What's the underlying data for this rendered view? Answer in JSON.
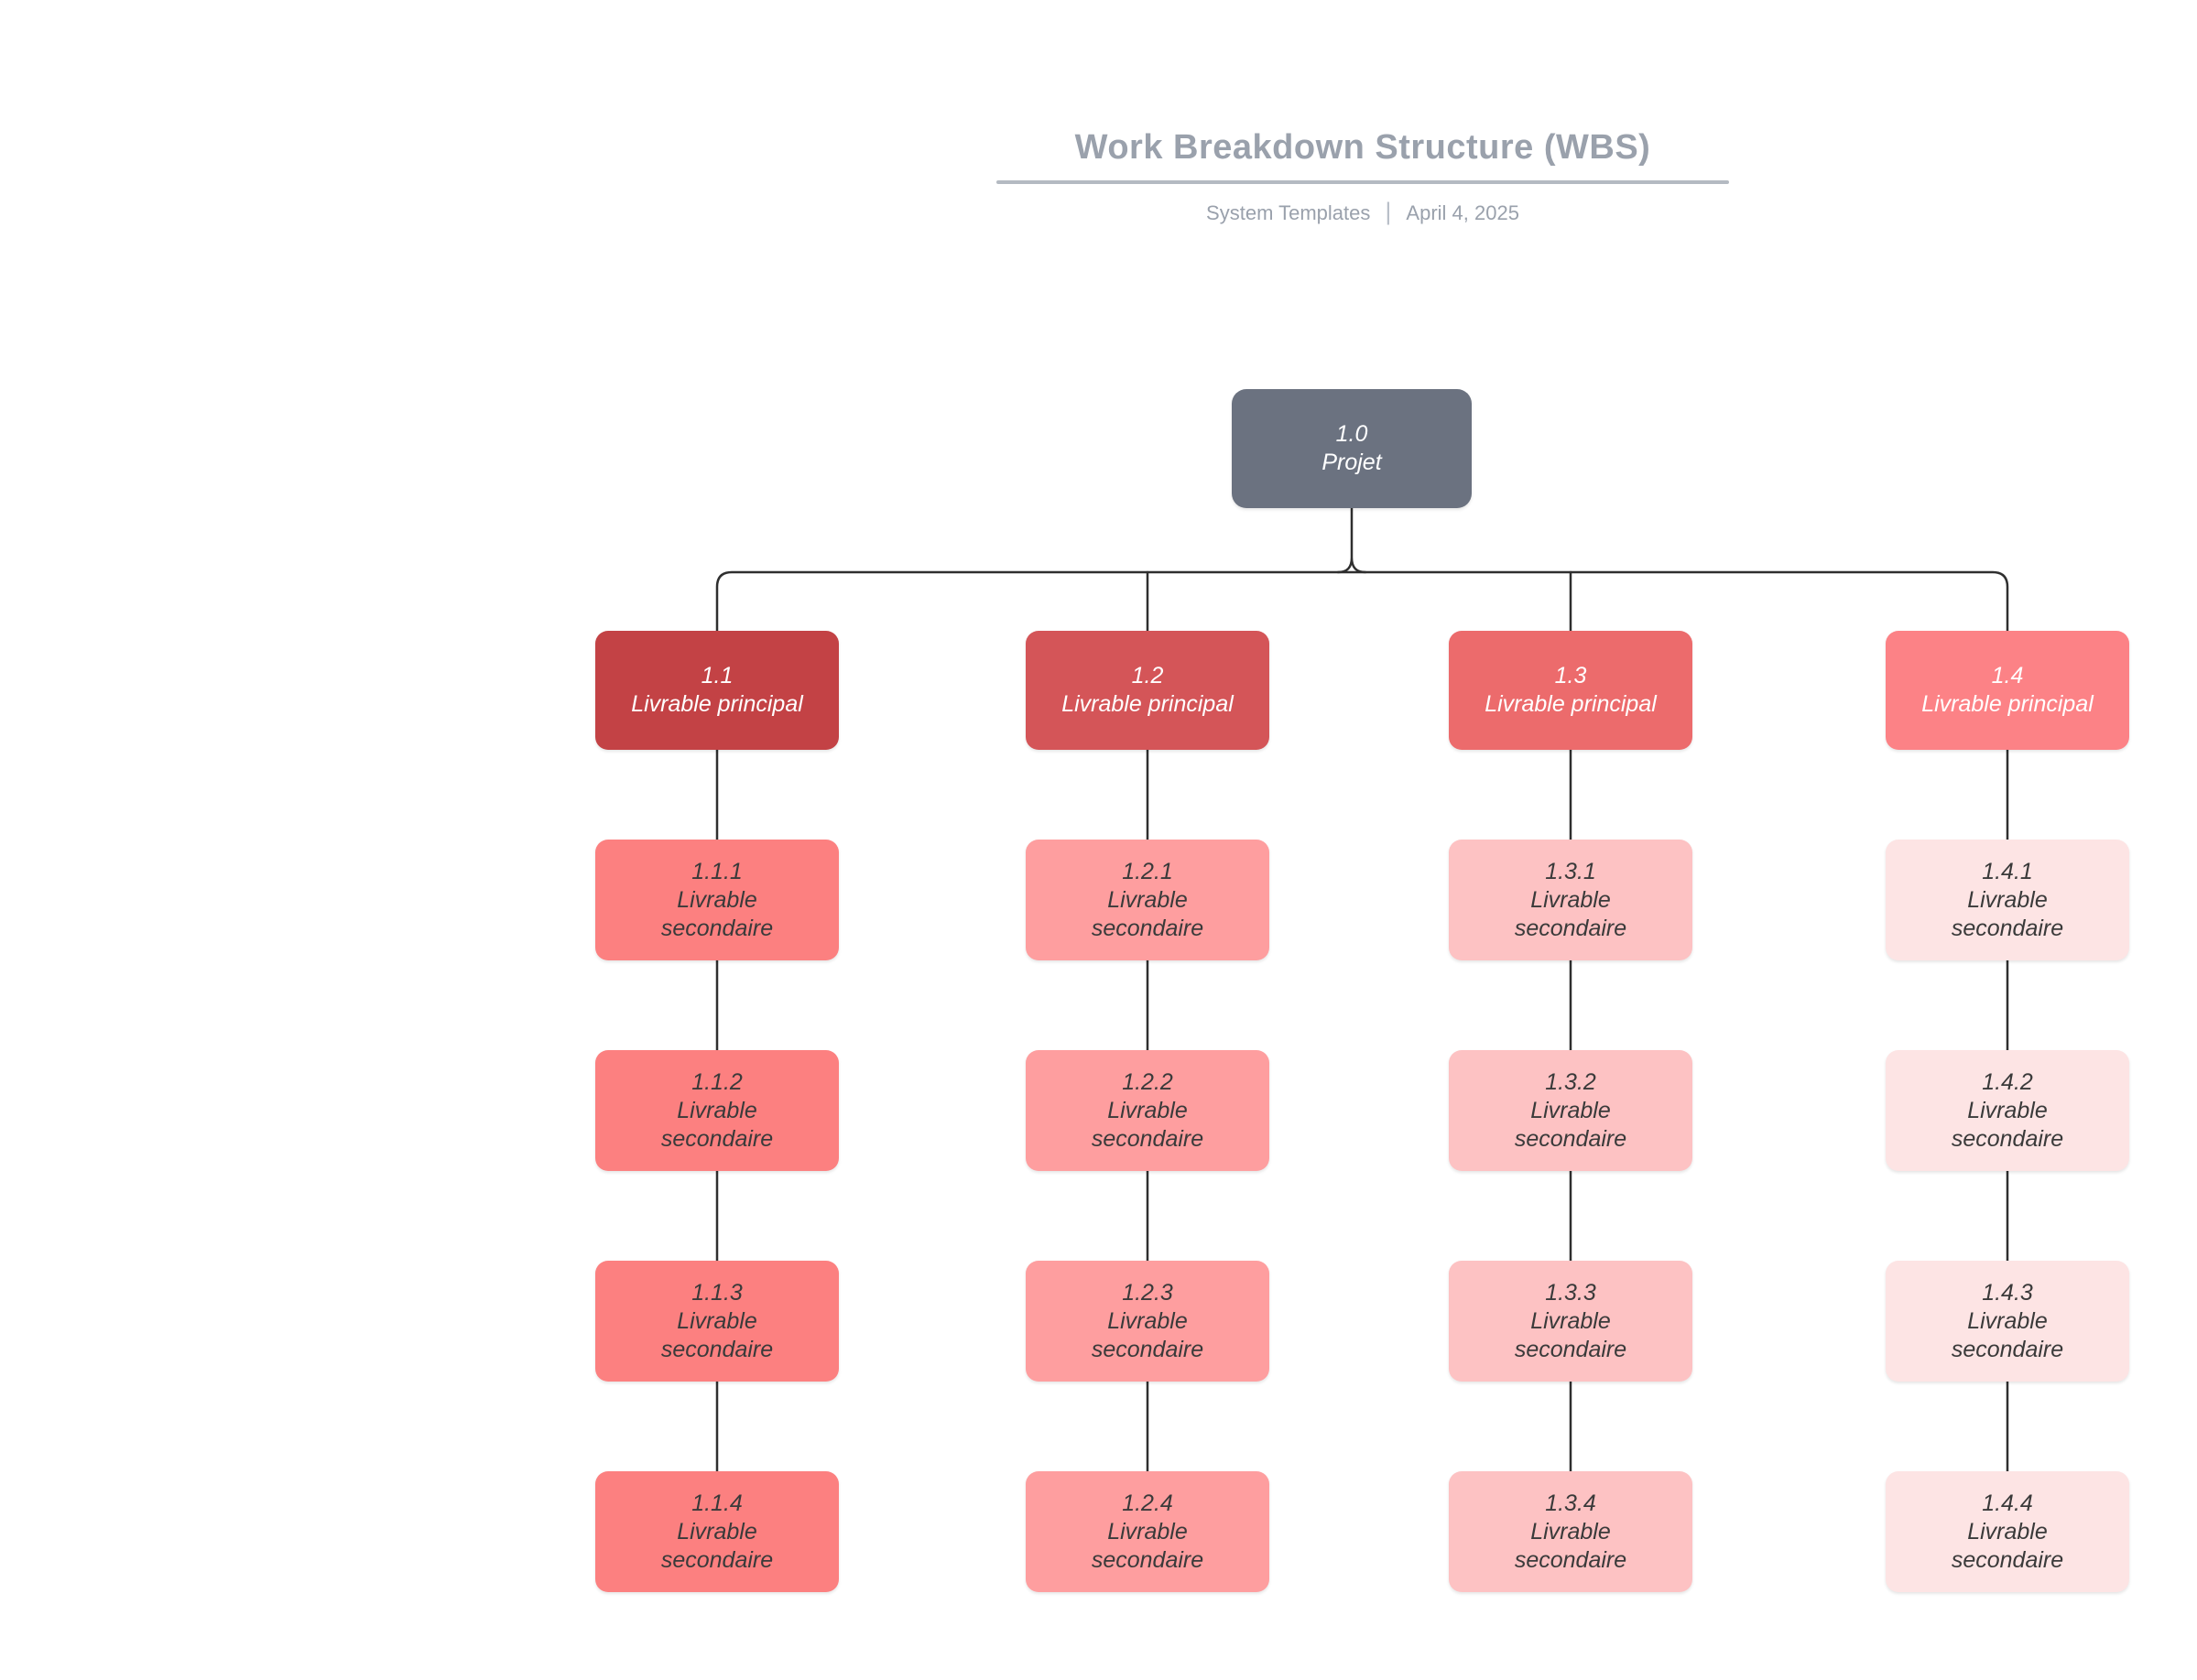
{
  "header": {
    "title": "Work Breakdown Structure (WBS)",
    "subtitle_left": "System Templates",
    "subtitle_separator": "|",
    "subtitle_right": "April 4, 2025"
  },
  "root": {
    "id": "1.0",
    "label": "Projet"
  },
  "columns": [
    {
      "parent": {
        "id": "1.1",
        "label": "Livrable principal"
      },
      "children": [
        {
          "id": "1.1.1",
          "label": "Livrable\nsecondaire"
        },
        {
          "id": "1.1.2",
          "label": "Livrable\nsecondaire"
        },
        {
          "id": "1.1.3",
          "label": "Livrable\nsecondaire"
        },
        {
          "id": "1.1.4",
          "label": "Livrable\nsecondaire"
        }
      ]
    },
    {
      "parent": {
        "id": "1.2",
        "label": "Livrable principal"
      },
      "children": [
        {
          "id": "1.2.1",
          "label": "Livrable\nsecondaire"
        },
        {
          "id": "1.2.2",
          "label": "Livrable\nsecondaire"
        },
        {
          "id": "1.2.3",
          "label": "Livrable\nsecondaire"
        },
        {
          "id": "1.2.4",
          "label": "Livrable\nsecondaire"
        }
      ]
    },
    {
      "parent": {
        "id": "1.3",
        "label": "Livrable principal"
      },
      "children": [
        {
          "id": "1.3.1",
          "label": "Livrable\nsecondaire"
        },
        {
          "id": "1.3.2",
          "label": "Livrable\nsecondaire"
        },
        {
          "id": "1.3.3",
          "label": "Livrable\nsecondaire"
        },
        {
          "id": "1.3.4",
          "label": "Livrable\nsecondaire"
        }
      ]
    },
    {
      "parent": {
        "id": "1.4",
        "label": "Livrable principal"
      },
      "children": [
        {
          "id": "1.4.1",
          "label": "Livrable\nsecondaire"
        },
        {
          "id": "1.4.2",
          "label": "Livrable\nsecondaire"
        },
        {
          "id": "1.4.3",
          "label": "Livrable\nsecondaire"
        },
        {
          "id": "1.4.4",
          "label": "Livrable\nsecondaire"
        }
      ]
    }
  ],
  "colors": {
    "root_bg": "#6b7280",
    "root_text": "#ffffff",
    "parent_bgs": [
      "#c34245",
      "#d45558",
      "#ec6b6c",
      "#fc8286"
    ],
    "parent_text": "#ffffff",
    "child_bgs": [
      "#fc8080",
      "#fe9e9f",
      "#fdc2c3",
      "#fde4e4"
    ],
    "child_text": "#3a3a3a",
    "connector": "#2f2f2f",
    "title_text": "#9aa1ac",
    "subtitle_text": "#9aa1ac",
    "separator_text": "#b9bfc8",
    "underline": "#b4bac2"
  }
}
